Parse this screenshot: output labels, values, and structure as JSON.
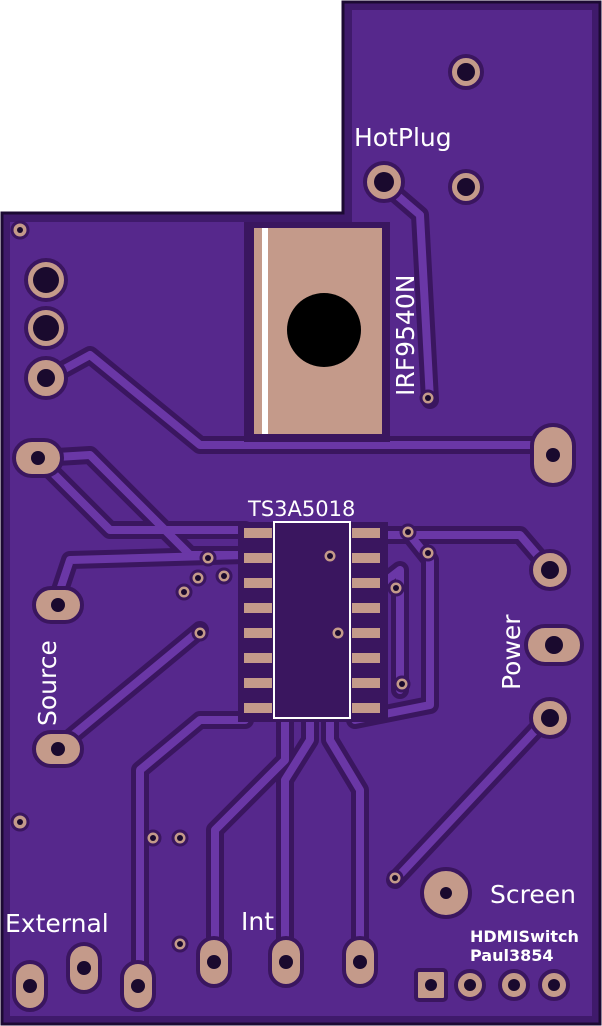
{
  "board": {
    "colors": {
      "substrate": "#4a1f7a",
      "copper_pour": "#5a2a8f",
      "trace": "#5a2a8f",
      "pad": "#c49a8a",
      "silk": "#ffffff",
      "drill": "#000000"
    },
    "labels": {
      "hotplug": "HotPlug",
      "mosfet": "IRF9540N",
      "ic": "TS3A5018",
      "source": "Source",
      "power": "Power",
      "screen": "Screen",
      "external": "External",
      "int": "Int",
      "project": "HDMISwitch",
      "author": "Paul3854"
    }
  }
}
